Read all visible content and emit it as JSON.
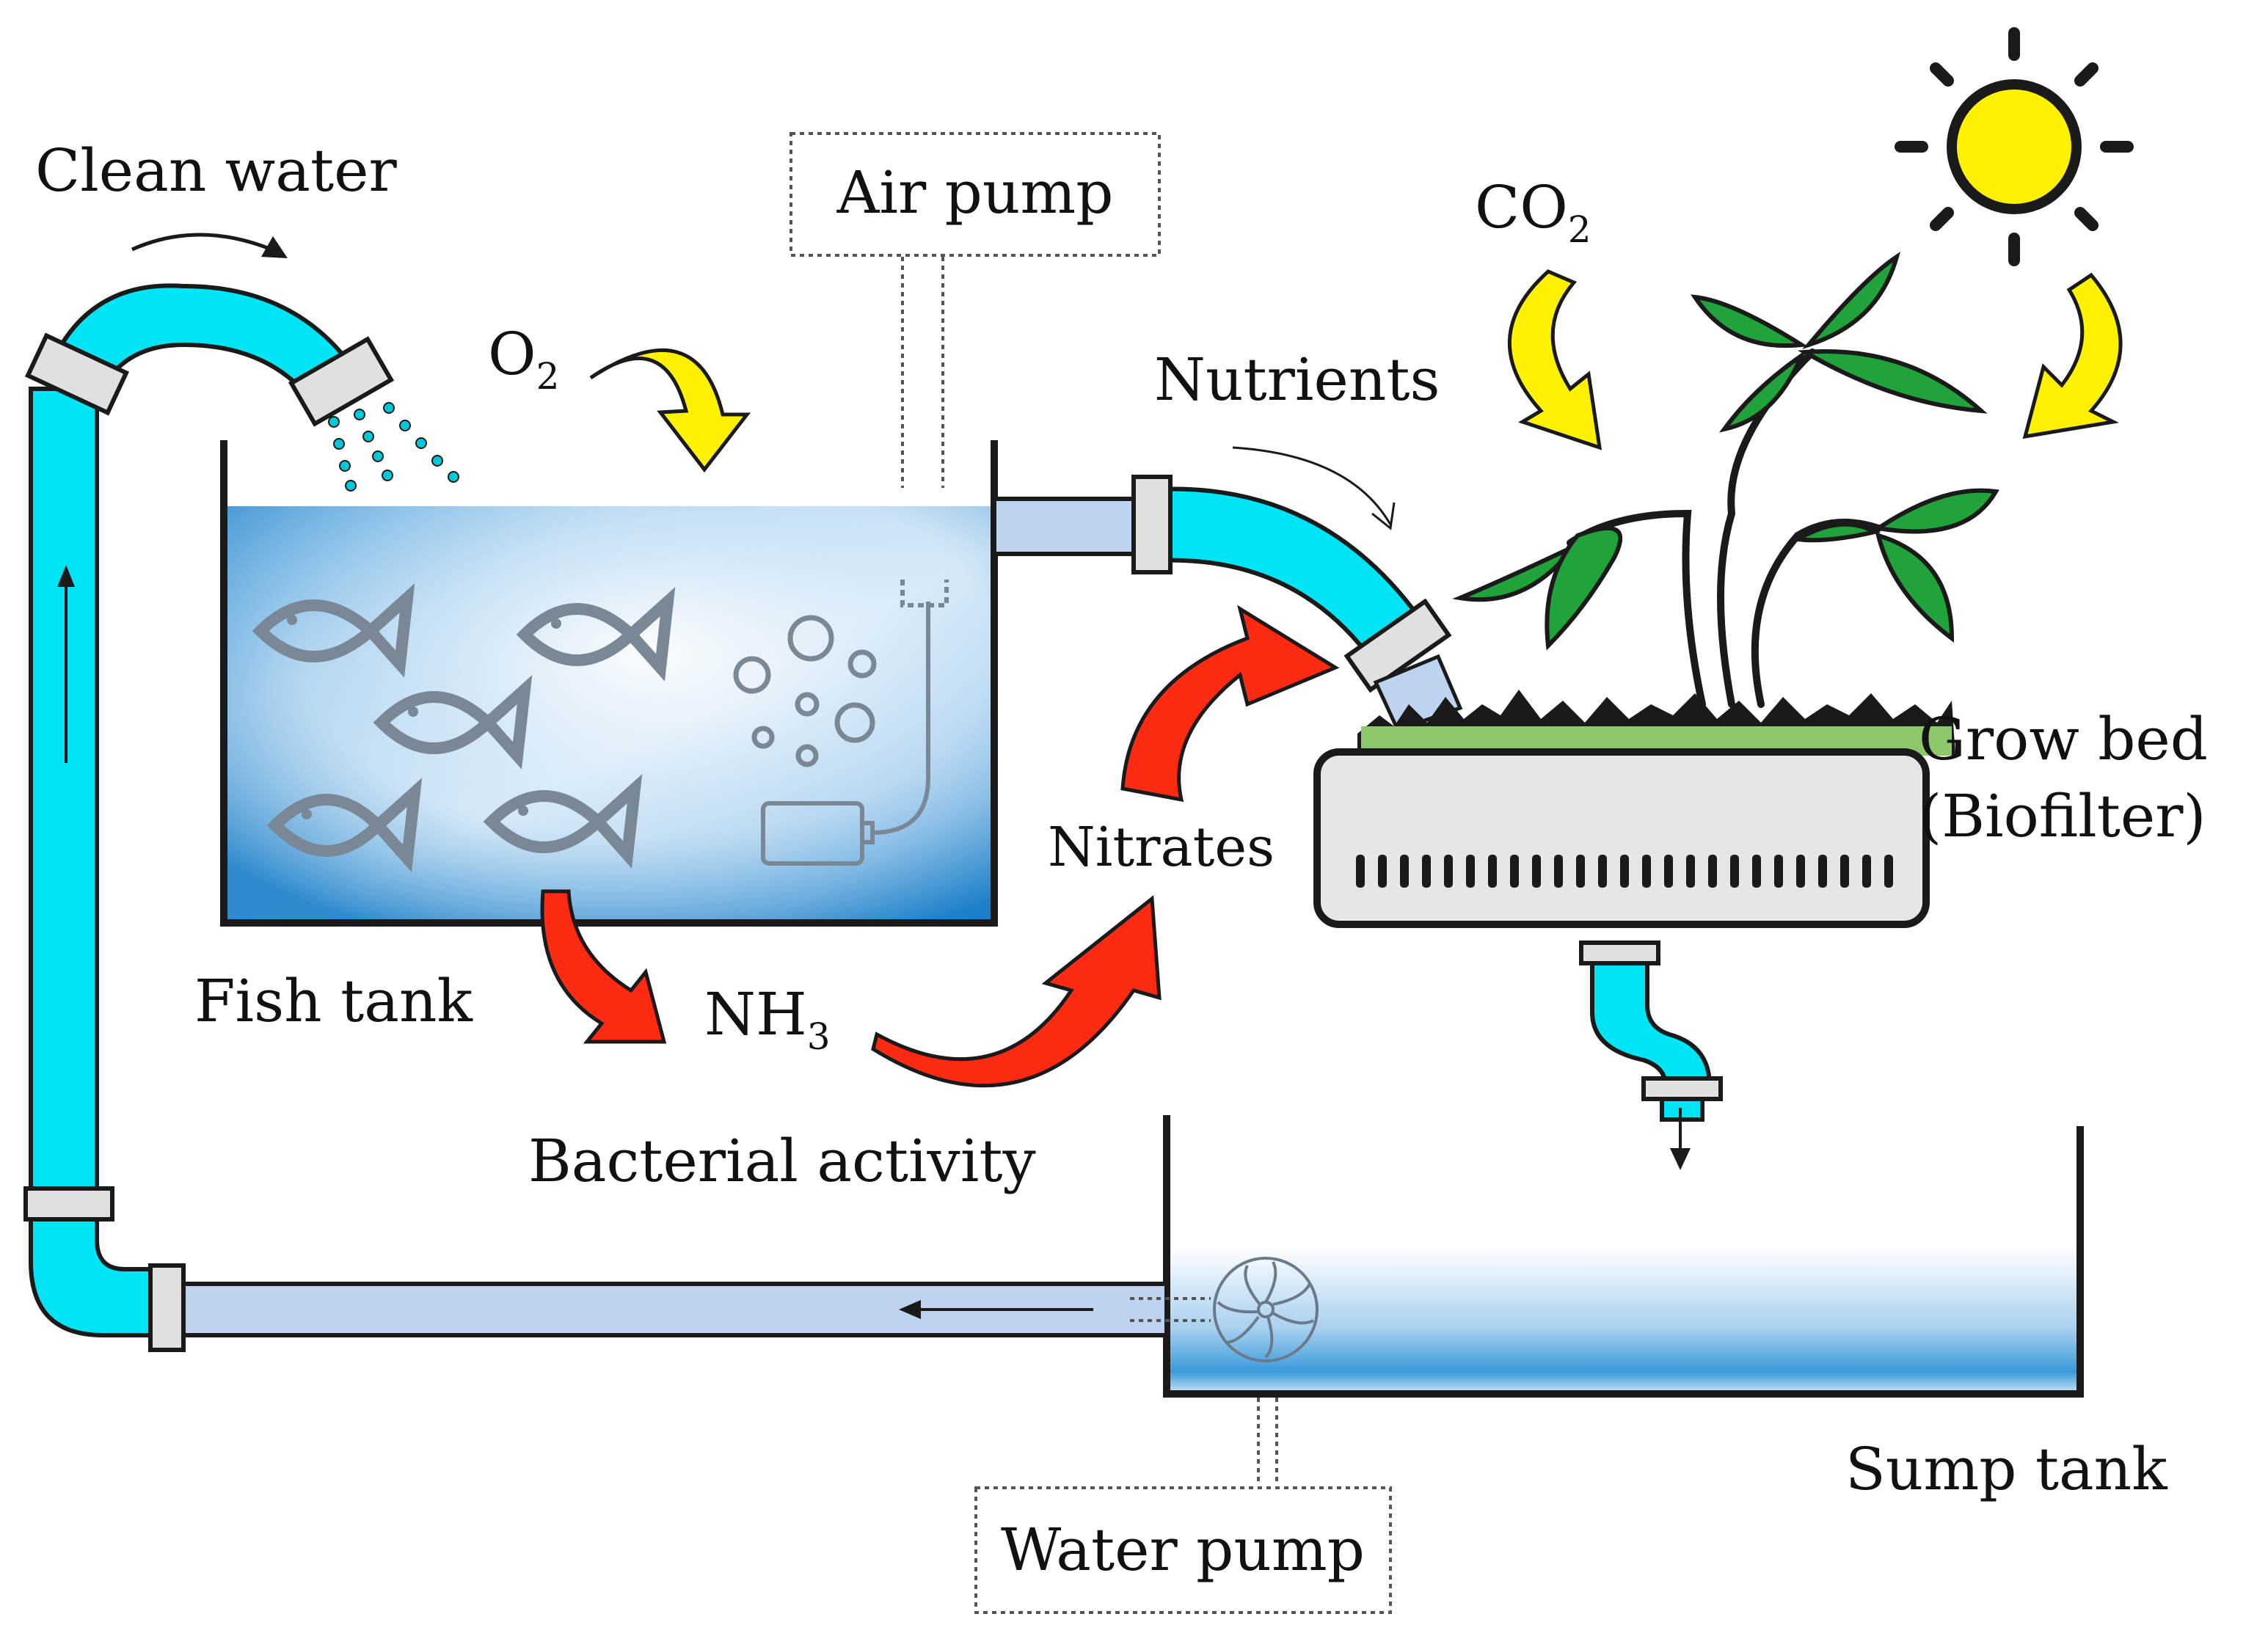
{
  "labels": {
    "clean_water": "Clean water",
    "air_pump": "Air pump",
    "o2_main": "O",
    "o2_sub": "2",
    "co2_main": "CO",
    "co2_sub": "2",
    "nutrients": "Nutrients",
    "grow_bed_line1": "Grow bed",
    "grow_bed_line2": "(Biofilter)",
    "nitrates": "Nitrates",
    "fish_tank": "Fish tank",
    "nh3_main": "NH",
    "nh3_sub": "3",
    "bacterial_activity": "Bacterial activity",
    "sump_tank": "Sump tank",
    "water_pump": "Water pump"
  },
  "colors": {
    "pipe": "#00e5f5",
    "pipe_outline": "#1a1a1a",
    "drain_pipe": "#bdd3f0",
    "water_light": "#e6f2fb",
    "water_deep": "#1b86cc",
    "arrow_red": "#ff2a12",
    "arrow_yellow": "#fff200",
    "leaf": "#1fa33a",
    "sun": "#fff000",
    "grow_bed": "#e6e6e6",
    "grass": "#8dc96a"
  }
}
